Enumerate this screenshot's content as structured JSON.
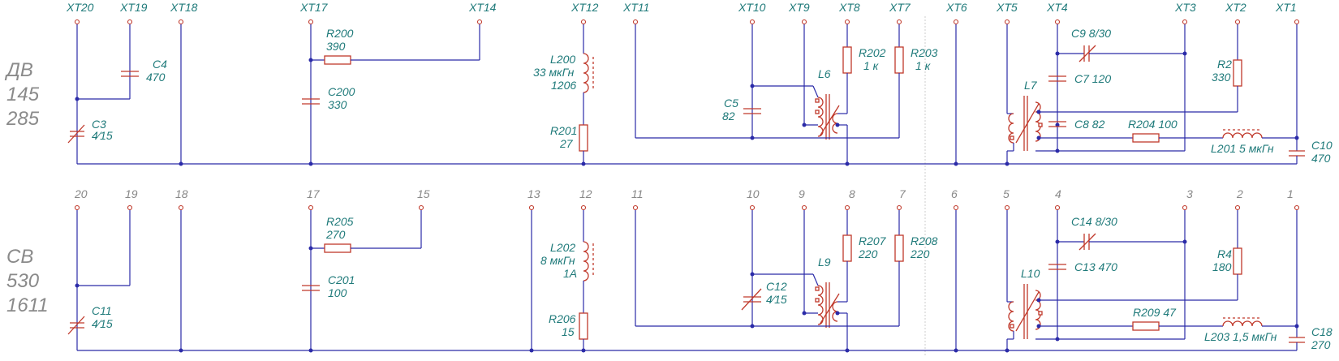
{
  "bands": {
    "top": {
      "name": "ДВ",
      "low": "145",
      "high": "285"
    },
    "bottom": {
      "name": "СВ",
      "low": "530",
      "high": "1611"
    }
  },
  "top_pins": [
    "XT20",
    "XT19",
    "XT18",
    "XT17",
    "XT14",
    "XT12",
    "XT11",
    "XT10",
    "XT9",
    "XT8",
    "XT7",
    "XT6",
    "XT5",
    "XT4",
    "XT3",
    "XT2",
    "XT1"
  ],
  "bottom_pins": [
    "20",
    "19",
    "18",
    "17",
    "15",
    "13",
    "12",
    "11",
    "10",
    "9",
    "8",
    "7",
    "6",
    "5",
    "4",
    "3",
    "2",
    "1"
  ],
  "top_components": {
    "c4": [
      "C4",
      "470"
    ],
    "c3": [
      "C3",
      "4⁄15"
    ],
    "r200": [
      "R200",
      "390"
    ],
    "c200": [
      "C200",
      "330"
    ],
    "l200": [
      "L200",
      "33 мкГн",
      "1206"
    ],
    "r201": [
      "R201",
      "27"
    ],
    "c5": [
      "C5",
      "82"
    ],
    "l6": [
      "L6"
    ],
    "r202": [
      "R202",
      "1 к"
    ],
    "r203": [
      "R203",
      "1 к"
    ],
    "c9": [
      "C9  8/30"
    ],
    "c7": [
      "C7   120"
    ],
    "c8": [
      "C8  82"
    ],
    "l7": [
      "L7"
    ],
    "r204": [
      "R204 100"
    ],
    "r2": [
      "R2",
      "330"
    ],
    "l201": [
      "L201 5 мкГн"
    ],
    "c10": [
      "C10",
      "470"
    ]
  },
  "bottom_components": {
    "c11": [
      "C11",
      "4⁄15"
    ],
    "r205": [
      "R205",
      "270"
    ],
    "c201": [
      "C201",
      "100"
    ],
    "l202": [
      "L202",
      "8 мкГн",
      "1A"
    ],
    "r206": [
      "R206",
      "15"
    ],
    "c12": [
      "C12",
      "4⁄15"
    ],
    "l9": [
      "L9"
    ],
    "r207": [
      "R207",
      "220"
    ],
    "r208": [
      "R208",
      "220"
    ],
    "c14": [
      "C14  8/30"
    ],
    "c13": [
      "C13  470"
    ],
    "l10": [
      "L10"
    ],
    "r209": [
      "R209 47"
    ],
    "r4": [
      "R4",
      "180"
    ],
    "l203": [
      "L203 1,5 мкГн"
    ],
    "c18": [
      "C18",
      "270"
    ]
  }
}
